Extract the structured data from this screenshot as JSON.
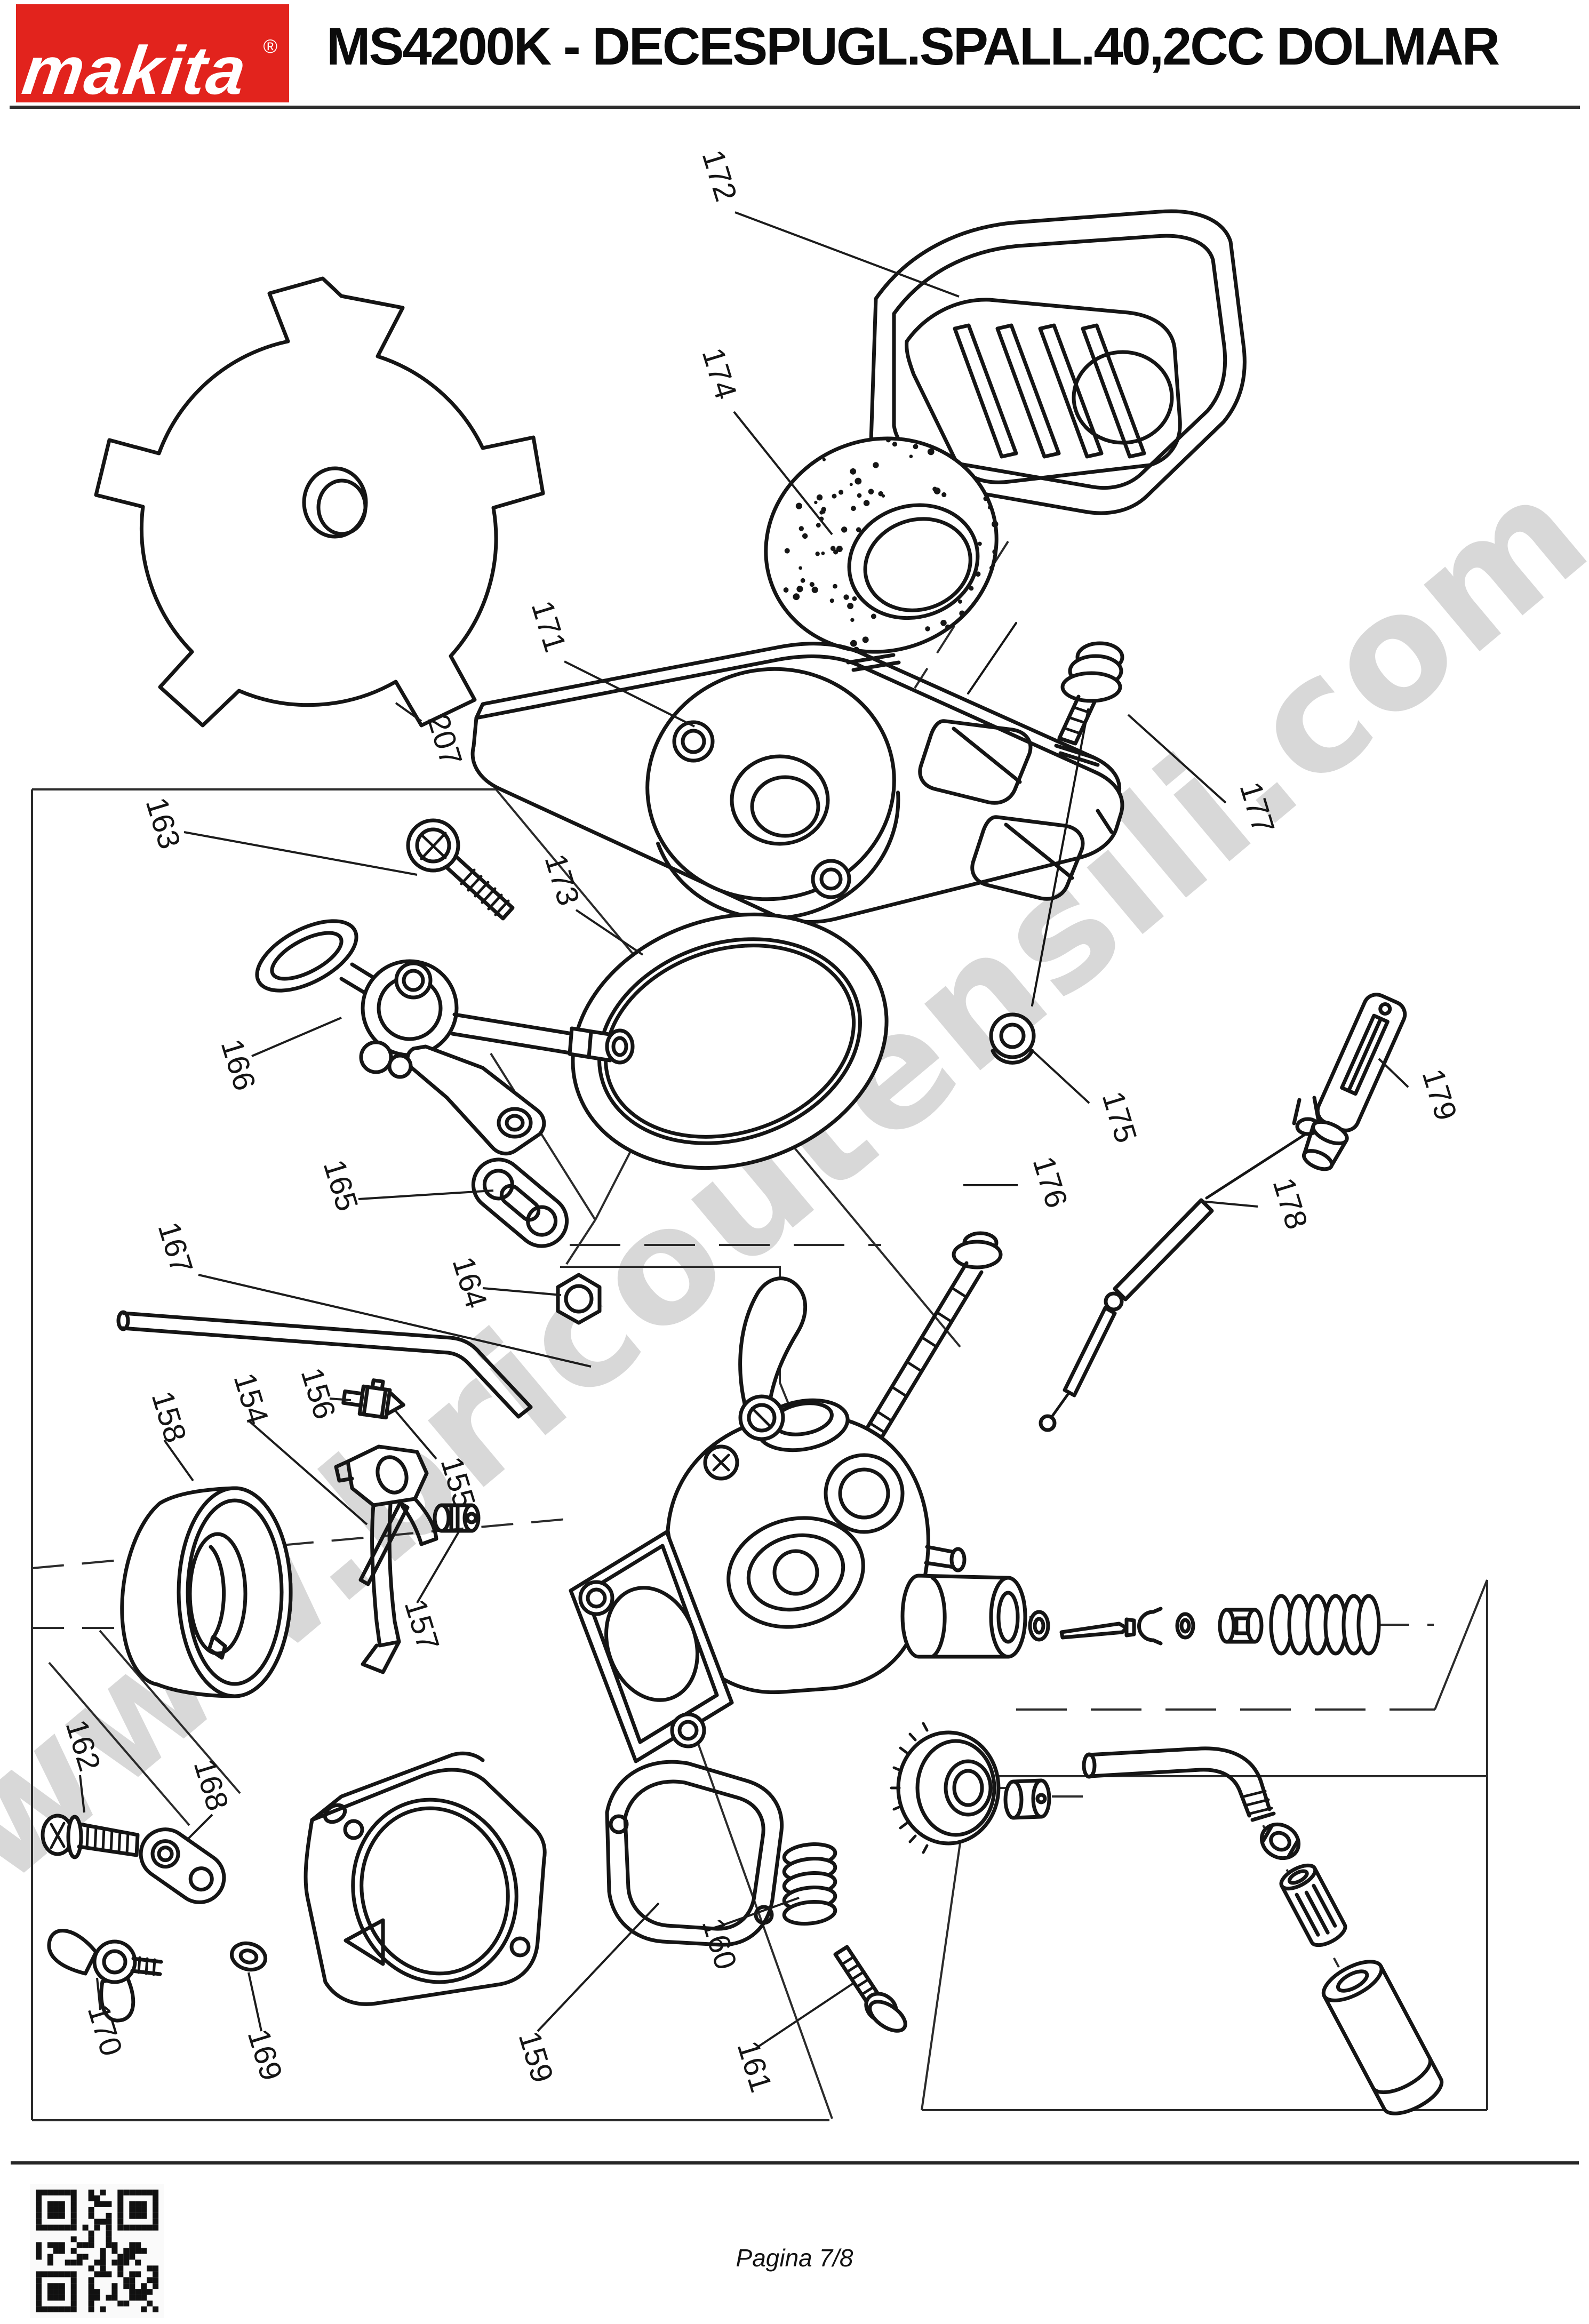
{
  "header": {
    "brand": "makita",
    "registered_mark": "®",
    "title": "MS4200K - DECESPUGL.SPALL.40,2CC DOLMAR"
  },
  "watermark": "www.bricoutensili.com",
  "footer": {
    "page_label": "Pagina 7/8"
  },
  "diagram": {
    "parts": [
      {
        "label": "172"
      },
      {
        "label": "174"
      },
      {
        "label": "171"
      },
      {
        "label": "173"
      },
      {
        "label": "207"
      },
      {
        "label": "163"
      },
      {
        "label": "166"
      },
      {
        "label": "165"
      },
      {
        "label": "167"
      },
      {
        "label": "164"
      },
      {
        "label": "158"
      },
      {
        "label": "154"
      },
      {
        "label": "156"
      },
      {
        "label": "155"
      },
      {
        "label": "157"
      },
      {
        "label": "162"
      },
      {
        "label": "168"
      },
      {
        "label": "170"
      },
      {
        "label": "169"
      },
      {
        "label": "159"
      },
      {
        "label": "160"
      },
      {
        "label": "161"
      },
      {
        "label": "175"
      },
      {
        "label": "176"
      },
      {
        "label": "177"
      },
      {
        "label": "178"
      },
      {
        "label": "179"
      }
    ]
  }
}
